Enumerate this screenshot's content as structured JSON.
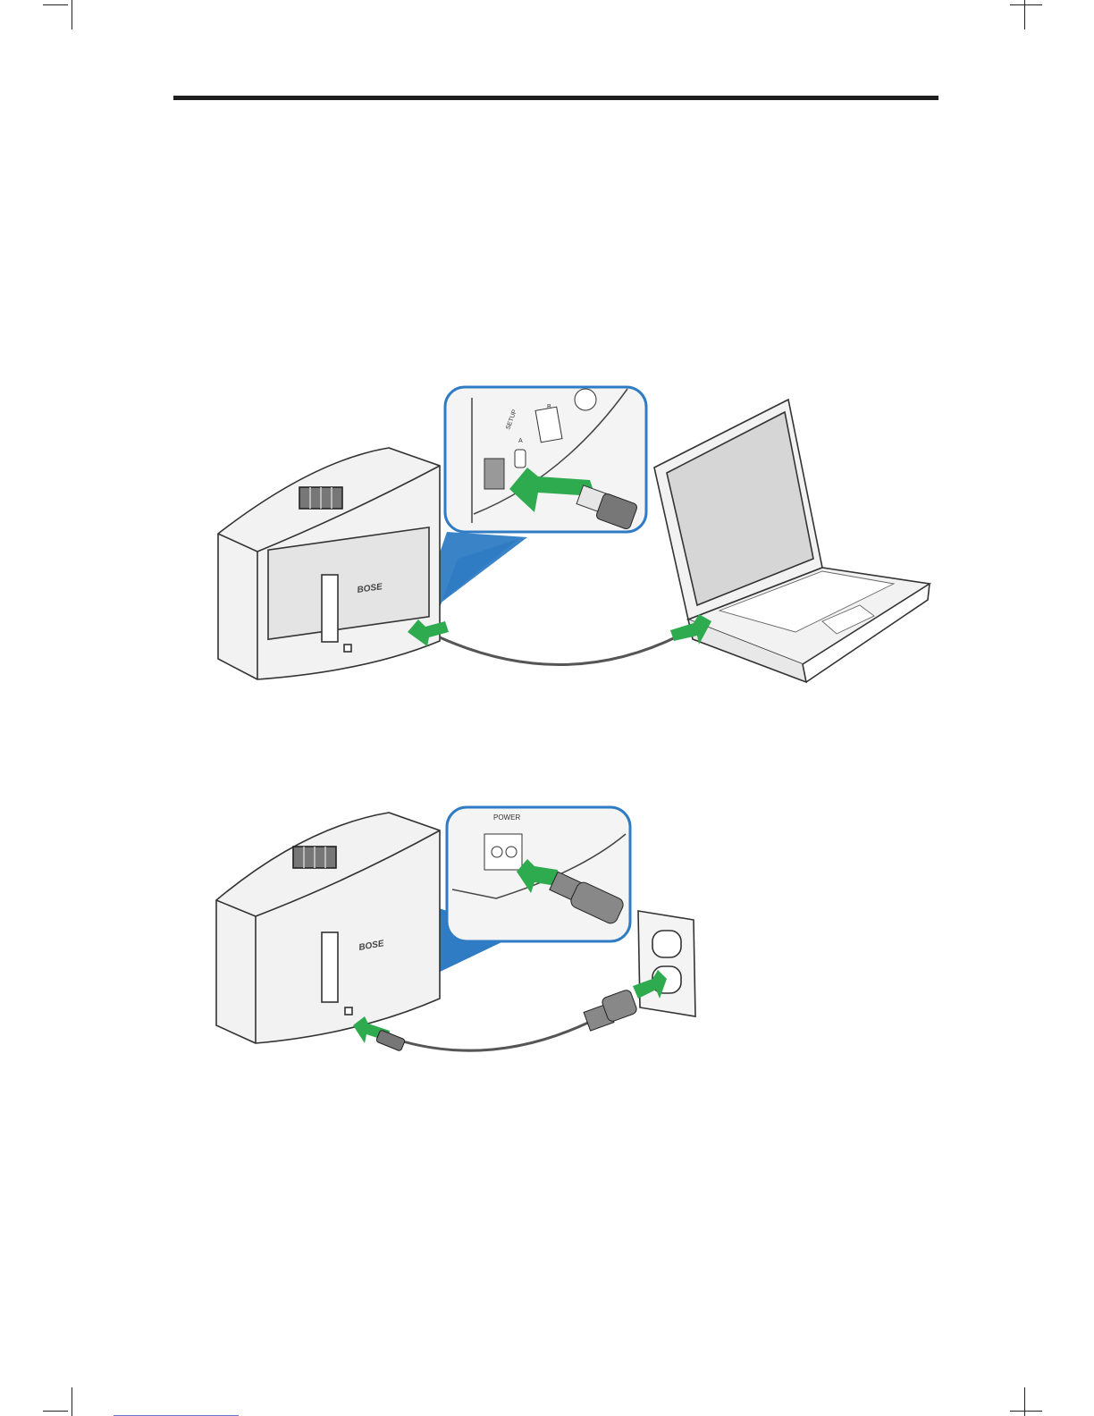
{
  "page": {
    "colors": {
      "rule": "#1e1e1e",
      "callout_blue": "#2f7cc4",
      "arrow_green": "#2eaa4f",
      "line": "#555555"
    }
  },
  "figure_usb": {
    "speaker_logo": "BOSE",
    "inset_labels": {
      "setup": "SETUP",
      "port_a": "A",
      "port_b": "B"
    },
    "icons": [
      "speaker-icon",
      "laptop-icon",
      "usb-cable-icon",
      "green-arrow-icon"
    ]
  },
  "figure_power": {
    "speaker_logo": "BOSE",
    "inset_label": "POWER",
    "icons": [
      "speaker-icon",
      "wall-outlet-icon",
      "power-cord-icon",
      "green-arrow-icon"
    ]
  }
}
